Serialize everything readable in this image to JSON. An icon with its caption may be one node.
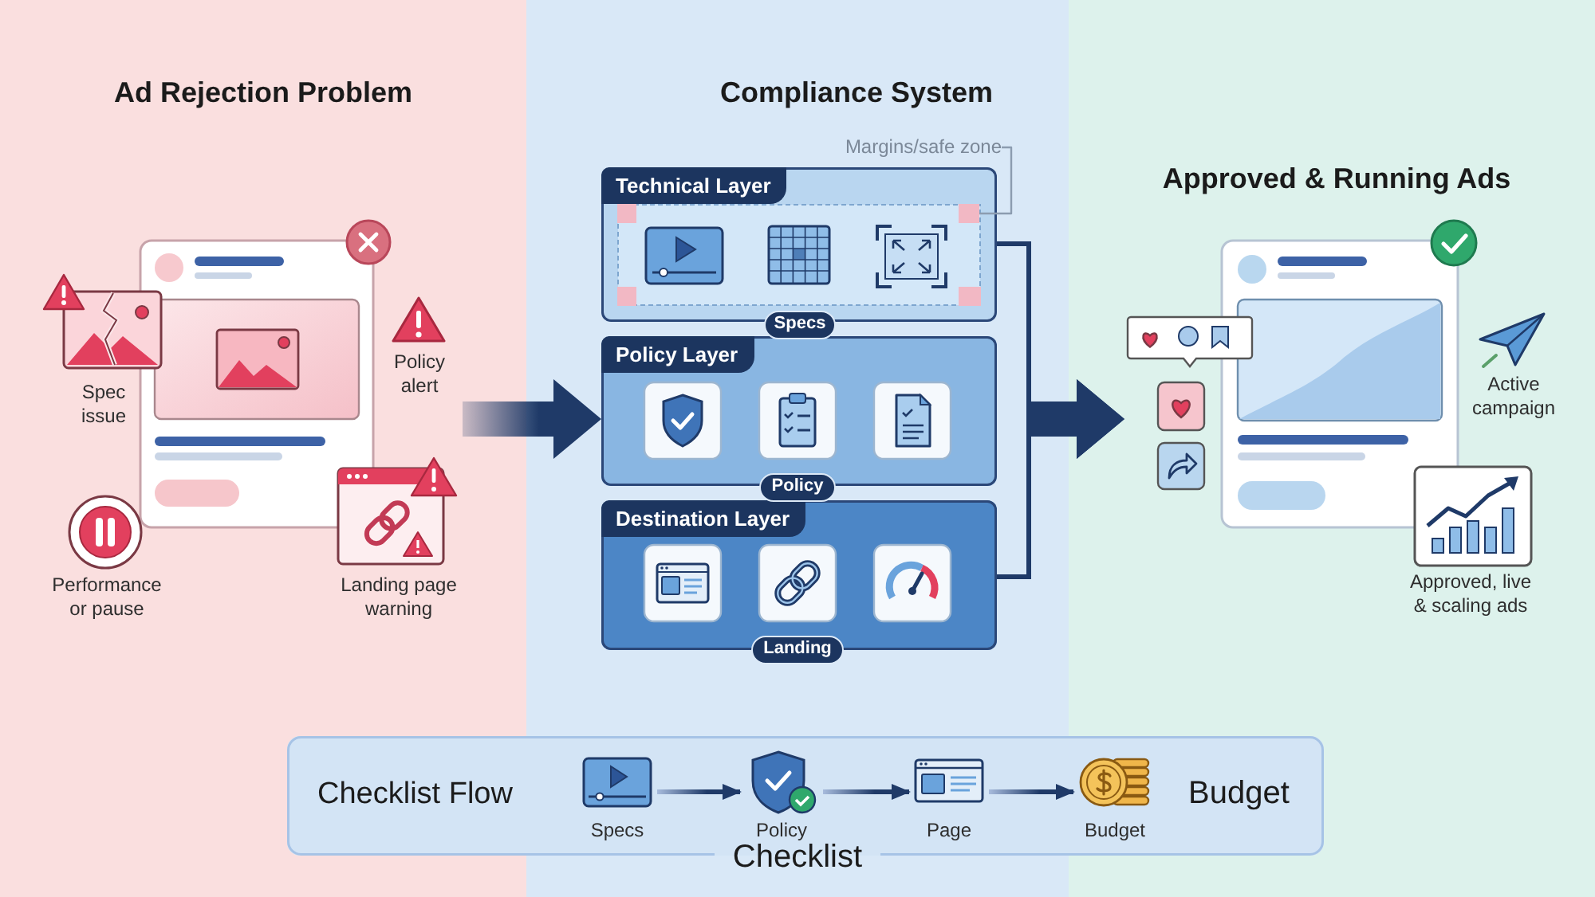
{
  "diagram": {
    "nodes": [
      {
        "text": [
          "Ad Rejection Problem"
        ]
      },
      {
        "text": [],
        "shape": "picture",
        "in": 0
      },
      {
        "text": [
          "Compliance System"
        ]
      },
      {
        "text": [
          "Margins/safe zone"
        ],
        "in": 2
      },
      {
        "text": [
          "Technical Layer"
        ],
        "in": 2
      },
      {
        "text": [],
        "shape": "box",
        "in": 4
      },
      {
        "text": [
          "Specs"
        ],
        "in": 2
      },
      {
        "text": [
          "Policy Layer"
        ],
        "in": 2
      },
      {
        "text": [
          "Policy"
        ],
        "in": 2
      },
      {
        "text": [
          "Destination Layer"
        ],
        "in": 2
      },
      {
        "text": [
          "Landing"
        ],
        "in": 2
      },
      {
        "text": [
          "Approved & Running Ads"
        ]
      },
      {
        "text": [],
        "shape": "picture",
        "in": 11
      },
      {
        "text": [
          "Checklist Flow",
          "Budget"
        ]
      },
      {
        "text": [
          "Specs"
        ],
        "in": 13
      },
      {
        "text": [
          "Policy"
        ],
        "in": 13
      },
      {
        "text": [
          "Page"
        ],
        "in": 13
      },
      {
        "text": [
          "Budget"
        ],
        "in": 13
      }
    ],
    "edges": [
      {
        "from": null,
        "to": 7,
        "arrow": "to",
        "style": "thick"
      },
      {
        "from": 4,
        "to": 12,
        "arrow": "to",
        "style": "thick"
      },
      {
        "from": 9,
        "to": 12,
        "arrow": "to",
        "style": "thick"
      },
      {
        "from": 3,
        "to": 5,
        "arrow": "none",
        "color": "#8c9cb0"
      },
      {
        "from": 14,
        "to": 15,
        "arrow": "to"
      },
      {
        "from": 15,
        "to": 16,
        "arrow": "to"
      },
      {
        "from": 16,
        "to": 17,
        "arrow": "to"
      }
    ],
    "labels": [
      "Spec issue",
      "Policy alert",
      "Performance or pause",
      "Landing page warning",
      "Active campaign",
      "Approved, live & scaling ads",
      "Checklist"
    ]
  }
}
